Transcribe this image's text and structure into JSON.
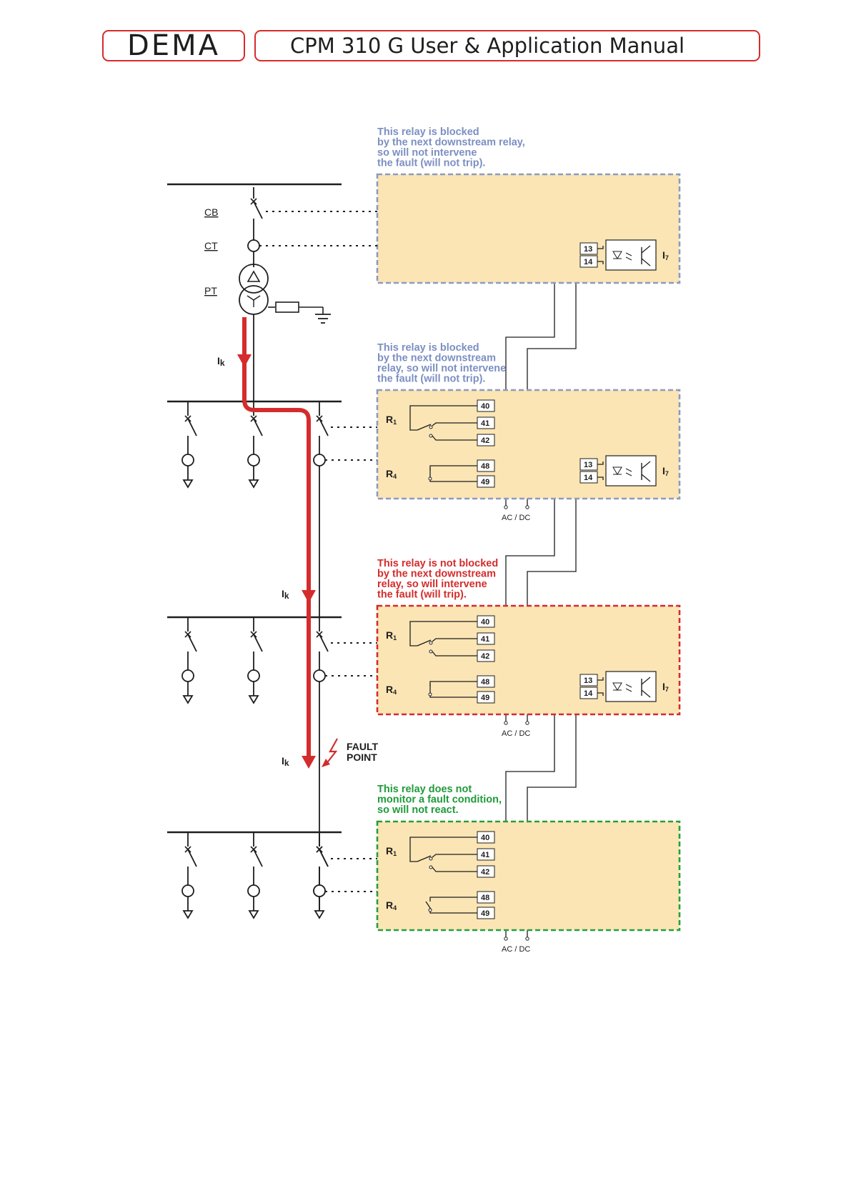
{
  "header": {
    "logo": "DEMA",
    "title": "CPM 310 G User & Application Manual"
  },
  "labels": {
    "cb": "CB",
    "ct": "CT",
    "pt": "PT",
    "ik": "I",
    "ik_sub": "k",
    "fault_line1": "FAULT",
    "fault_line2": "POINT"
  },
  "relays": [
    {
      "note": [
        "This relay is blocked",
        "by the next downstream relay,",
        "so will not intervene",
        "the fault (will not trip)."
      ],
      "note_color": "#7b8fc2",
      "border_color": "#8a9bc4",
      "has_outputs": false,
      "input": {
        "terminals": [
          "13",
          "14"
        ],
        "name": "I",
        "sub": "7"
      }
    },
    {
      "note": [
        "This relay is blocked",
        "by the next downstream",
        "relay, so will not intervene",
        "the fault (will not trip)."
      ],
      "note_color": "#7b8fc2",
      "border_color": "#8a9bc4",
      "has_outputs": true,
      "r1": {
        "name": "R",
        "sub": "1",
        "terminals": [
          "40",
          "41",
          "42"
        ]
      },
      "r4": {
        "name": "R",
        "sub": "4",
        "terminals": [
          "48",
          "49"
        ],
        "closed": true
      },
      "input": {
        "terminals": [
          "13",
          "14"
        ],
        "name": "I",
        "sub": "7"
      },
      "supply": "AC / DC"
    },
    {
      "note": [
        "This relay is not blocked",
        "by the next downstream",
        "relay, so will intervene",
        "the fault (will trip)."
      ],
      "note_color": "#d42c2c",
      "border_color": "#d42c2c",
      "has_outputs": true,
      "r1": {
        "name": "R",
        "sub": "1",
        "terminals": [
          "40",
          "41",
          "42"
        ]
      },
      "r4": {
        "name": "R",
        "sub": "4",
        "terminals": [
          "48",
          "49"
        ],
        "closed": true
      },
      "input": {
        "terminals": [
          "13",
          "14"
        ],
        "name": "I",
        "sub": "7"
      },
      "supply": "AC / DC"
    },
    {
      "note": [
        "This relay does not",
        "monitor a fault condition,",
        "so will not react."
      ],
      "note_color": "#1f9a3a",
      "border_color": "#25a03c",
      "has_outputs": true,
      "r1": {
        "name": "R",
        "sub": "1",
        "terminals": [
          "40",
          "41",
          "42"
        ]
      },
      "r4": {
        "name": "R",
        "sub": "4",
        "terminals": [
          "48",
          "49"
        ],
        "closed": false
      },
      "input": null,
      "supply": "AC / DC"
    }
  ],
  "colors": {
    "relay_fill": "#fbe5b4",
    "fault_current": "#d42c2c",
    "line": "#1e1e1e",
    "brand_red": "#d62b2b"
  }
}
